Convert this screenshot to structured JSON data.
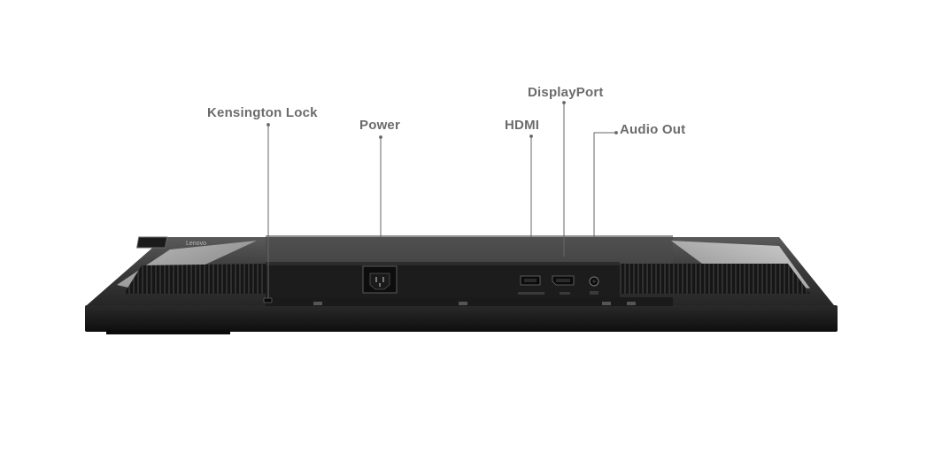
{
  "callouts": {
    "kensington_lock": "Kensington Lock",
    "power": "Power",
    "hdmi": "HDMI",
    "displayport": "DisplayPort",
    "audio_out": "Audio Out"
  },
  "brand_badge": "Lenovo",
  "colors": {
    "callout_text": "#6b6b6b",
    "leader_line": "#666666",
    "monitor_body": "#1a1a1a",
    "monitor_panel": "#3c3c3c",
    "vent_accent": "#9a9a9a"
  }
}
